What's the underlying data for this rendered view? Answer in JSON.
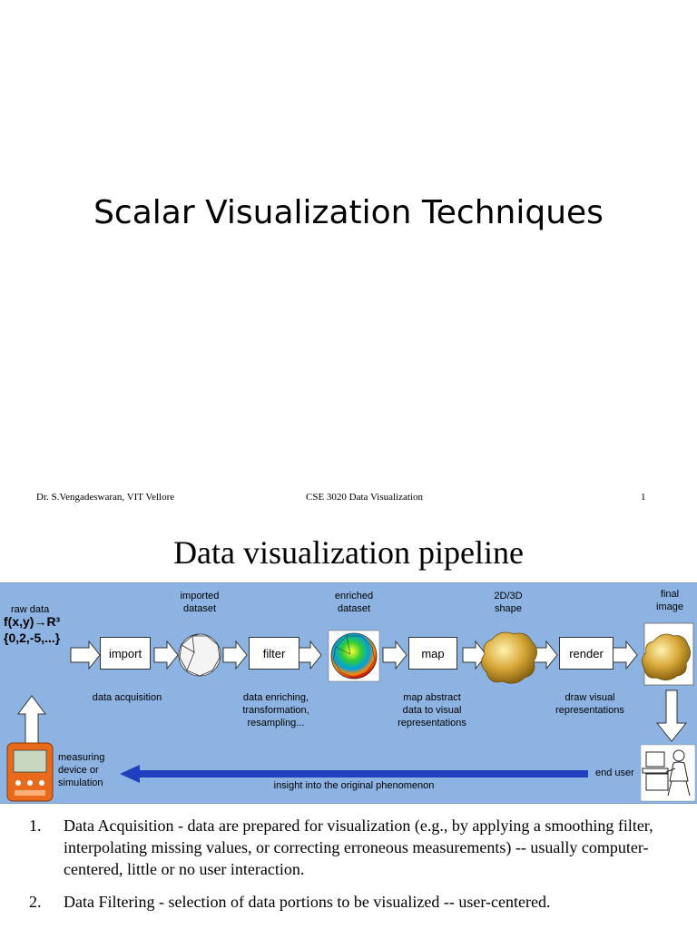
{
  "slide1": {
    "title": "Scalar Visualization Techniques",
    "footer_left": "Dr. S.Vengadeswaran, VIT Vellore",
    "footer_center": "CSE 3020 Data Visualization",
    "footer_right": "1"
  },
  "slide2": {
    "title": "Data visualization pipeline",
    "labels": {
      "raw_data": "raw data",
      "imported": "imported\ndataset",
      "enriched": "enriched\ndataset",
      "shape": "2D/3D\nshape",
      "final": "final\nimage",
      "function_line1": "f(x,y)→R³",
      "function_line2": "{0,2,-5,...}",
      "acq": "data acquisition",
      "enrich": "data enriching,\ntransformation,\nresampling...",
      "mapdesc": "map abstract\ndata to visual\nrepresentations",
      "drawdesc": "draw visual\nrepresentations",
      "measuring": "measuring\ndevice or\nsimulation",
      "end_user": "end user",
      "insight": "insight into the original phenomenon"
    },
    "boxes": {
      "import": "import",
      "filter": "filter",
      "map": "map",
      "render": "render"
    },
    "list": [
      {
        "num": "1.",
        "term": "Data Acquisition",
        "text": " - data are prepared for visualization (e.g., by applying a smoothing filter, interpolating missing values, or correcting erroneous measurements) -- usually computer-centered, little or no user interaction."
      },
      {
        "num": "2.",
        "term": "Data Filtering -",
        "text": " selection of data portions to be visualized -- user-centered."
      }
    ],
    "colors": {
      "pipeline_bg": "#8db3e2",
      "feedback_arrow": "#1f3fbf",
      "shape_fill": "#d9a93a"
    }
  }
}
